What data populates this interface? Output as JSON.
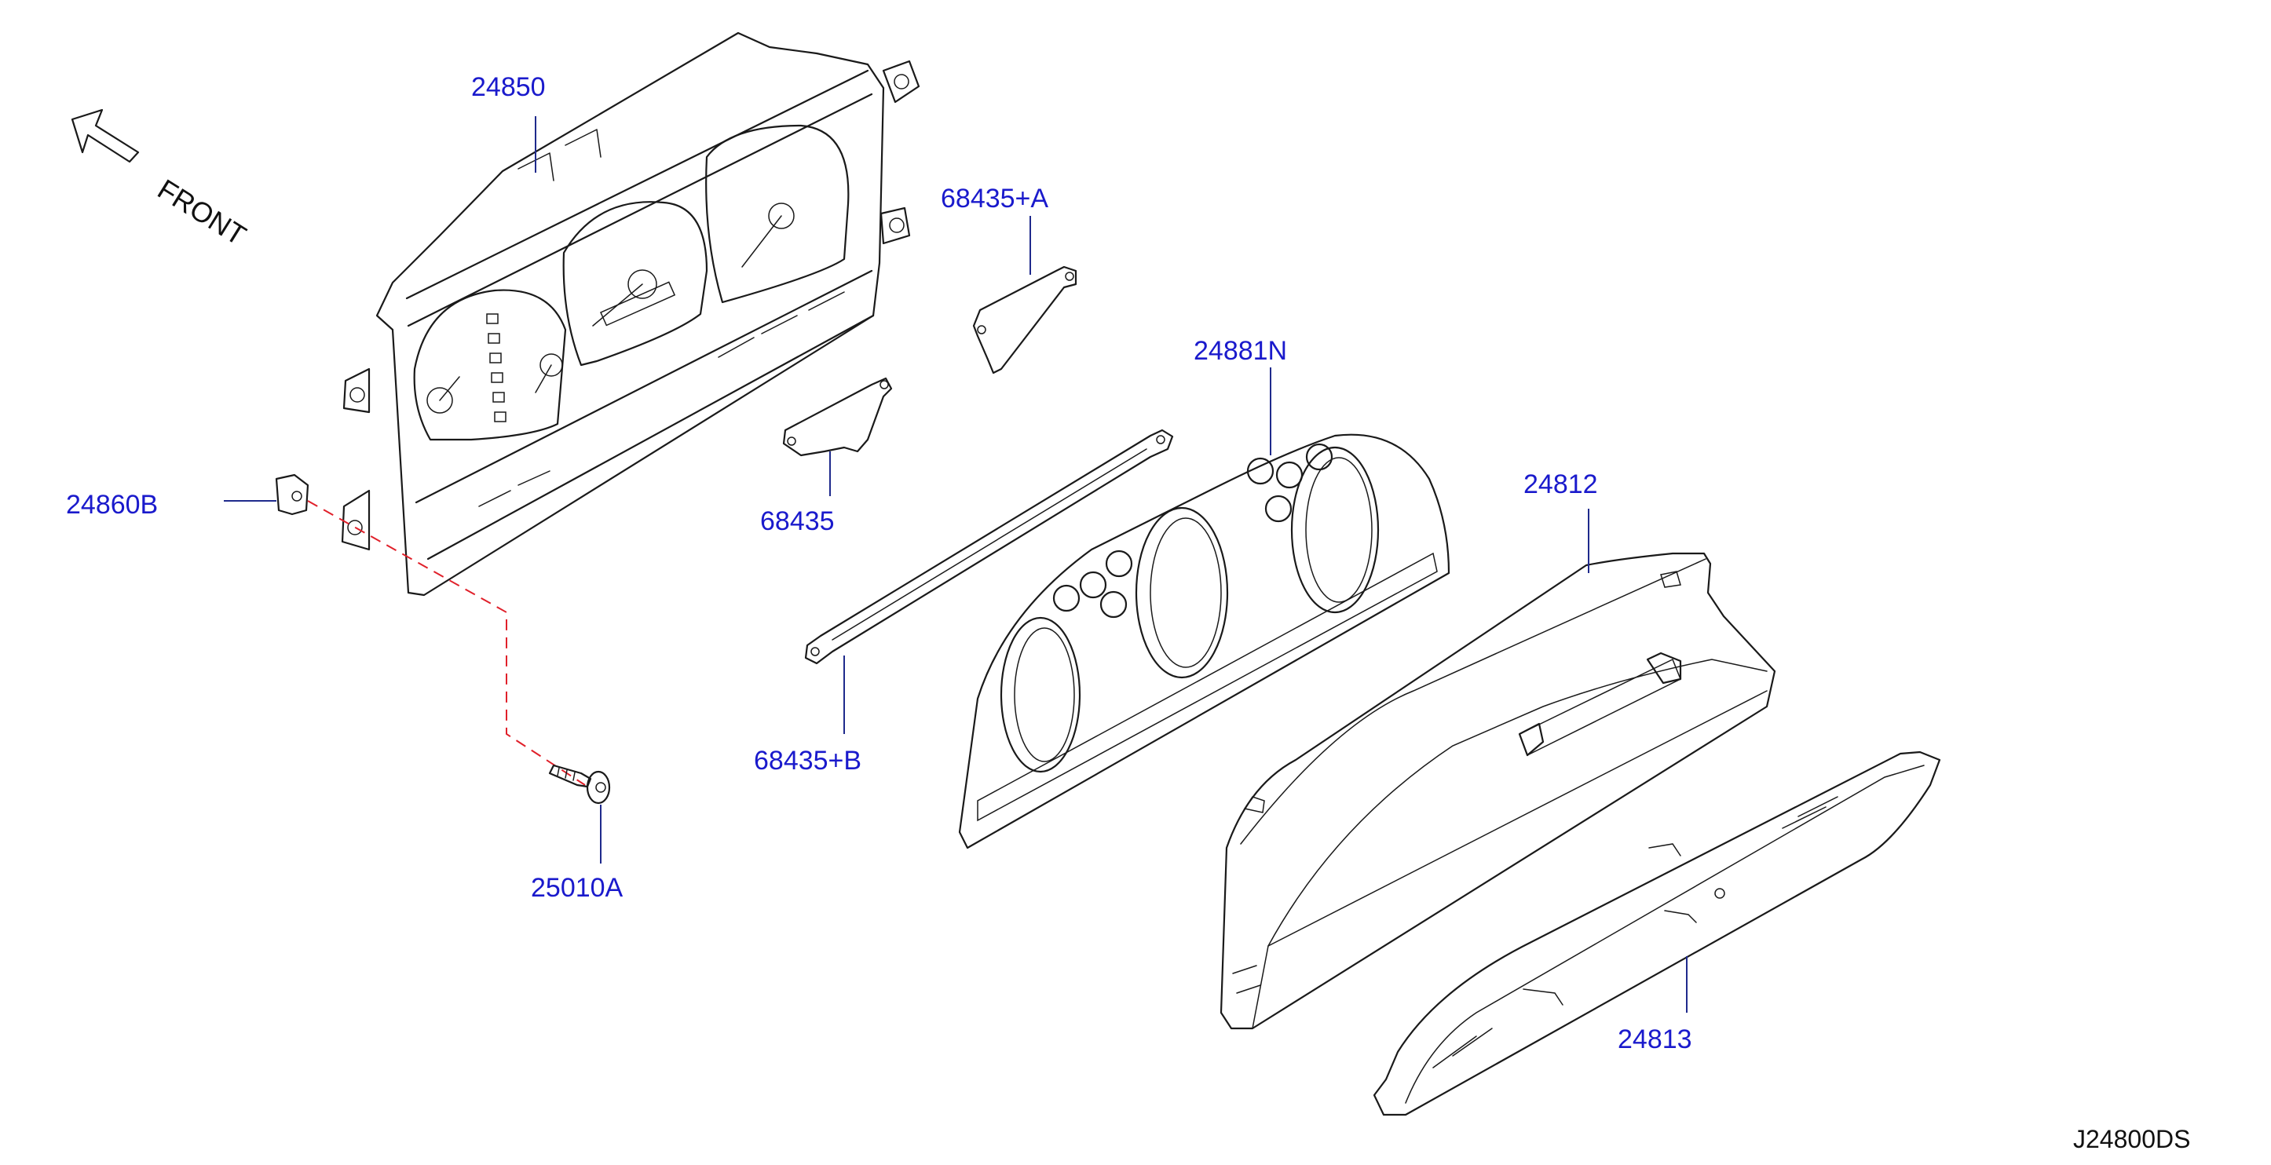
{
  "front_label": "FRONT",
  "diagram_code": "J24800DS",
  "callouts": {
    "meter_assembly": "24850",
    "bracket_a": "68435+A",
    "bracket": "68435",
    "bracket_b": "68435+B",
    "clip": "24860B",
    "screw": "25010A",
    "finisher": "24881N",
    "cover": "24812",
    "lens": "24813"
  },
  "colors": {
    "callout_text": "#1a1acc",
    "leader_line": "#1f2a8c",
    "dashed_line": "#e0202a",
    "part_outline": "#1a1a1a"
  }
}
